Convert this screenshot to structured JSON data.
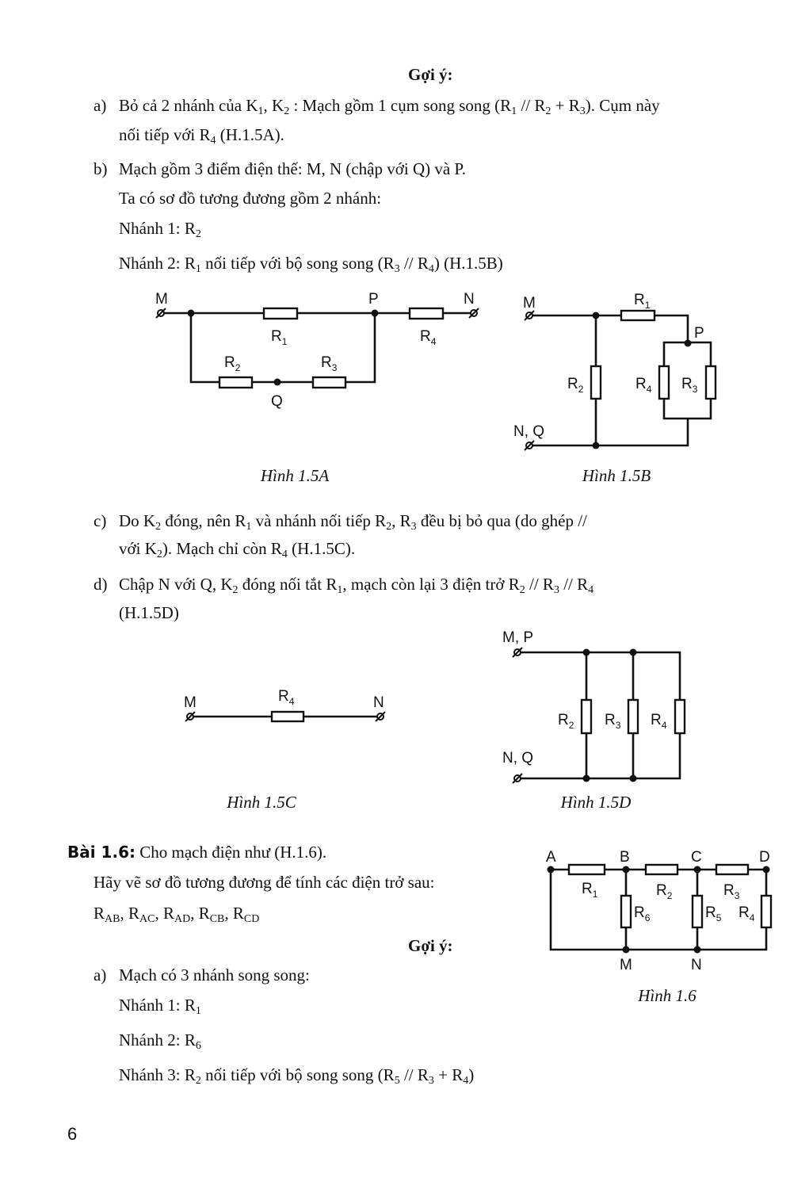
{
  "hint_title": "Gợi ý:",
  "lines_top": [
    {
      "label": "a)",
      "parts": [
        "Bỏ cả 2 nhánh của K",
        {
          "sub": "1"
        },
        ", K",
        {
          "sub": "2"
        },
        " : Mạch gồm 1 cụm song song (R",
        {
          "sub": "1"
        },
        " // R",
        {
          "sub": "2"
        },
        " + R",
        {
          "sub": "3"
        },
        "). Cụm này"
      ]
    },
    {
      "label": "",
      "parts": [
        "nối tiếp với R",
        {
          "sub": "4"
        },
        " (H.1.5A)."
      ]
    },
    {
      "label": "b)",
      "parts": [
        "Mạch gồm 3 điểm điện thế: M, N (chập với Q) và P."
      ]
    },
    {
      "label": "",
      "parts": [
        "Ta có sơ đồ tương đương gồm 2 nhánh:"
      ]
    },
    {
      "label": "",
      "parts": [
        "Nhánh 1: R",
        {
          "sub": "2"
        }
      ]
    },
    {
      "label": "",
      "parts": [
        "Nhánh 2: R",
        {
          "sub": "1"
        },
        " nối tiếp với bộ song song (R",
        {
          "sub": "3"
        },
        " // R",
        {
          "sub": "4"
        },
        ") (H.1.5B)"
      ]
    }
  ],
  "lines_mid": [
    {
      "label": "c)",
      "parts": [
        "Do K",
        {
          "sub": "2"
        },
        " đóng, nên R",
        {
          "sub": "1"
        },
        " và nhánh nối tiếp R",
        {
          "sub": "2"
        },
        ", R",
        {
          "sub": "3"
        },
        " đều bị bỏ qua (do ghép //"
      ]
    },
    {
      "label": "",
      "parts": [
        "với K",
        {
          "sub": "2"
        },
        "). Mạch chỉ còn R",
        {
          "sub": "4"
        },
        " (H.1.5C)."
      ]
    },
    {
      "label": "d)",
      "parts": [
        "Chập N với Q, K",
        {
          "sub": "2"
        },
        " đóng nối tắt R",
        {
          "sub": "1"
        },
        ", mạch còn lại 3 điện trở R",
        {
          "sub": "2"
        },
        " // R",
        {
          "sub": "3"
        },
        " // R",
        {
          "sub": "4"
        }
      ]
    },
    {
      "label": "",
      "parts": [
        "(H.1.5D)"
      ]
    }
  ],
  "exercise": {
    "title": "Bài 1.6:",
    "intro": [
      "Cho mạch điện như (H.1.6)."
    ],
    "question": [
      "Hãy vẽ sơ đồ tương đương để tính các điện trở sau:"
    ],
    "targets": [
      "R",
      {
        "sub": "AB"
      },
      ", R",
      {
        "sub": "AC"
      },
      ", R",
      {
        "sub": "AD"
      },
      ", R",
      {
        "sub": "CB"
      },
      ", R",
      {
        "sub": "CD"
      }
    ],
    "hint_title": "Gợi ý:",
    "a": {
      "label": "a)",
      "parts": [
        "Mạch có 3 nhánh song song:"
      ]
    },
    "branches": [
      [
        "Nhánh 1: R",
        {
          "sub": "1"
        }
      ],
      [
        "Nhánh 2: R",
        {
          "sub": "6"
        }
      ],
      [
        "Nhánh 3: R",
        {
          "sub": "2"
        },
        " nối tiếp với bộ song song (R",
        {
          "sub": "5"
        },
        " // R",
        {
          "sub": "3"
        },
        " + R",
        {
          "sub": "4"
        },
        ")"
      ]
    ]
  },
  "figures": {
    "f15a": {
      "caption": "Hình 1.5A",
      "M": "M",
      "P": "P",
      "N": "N",
      "Q": "Q",
      "R": "R",
      "s1": "1",
      "s2": "2",
      "s3": "3",
      "s4": "4"
    },
    "f15b": {
      "caption": "Hình 1.5B",
      "M": "M",
      "P": "P",
      "NQ": "N, Q",
      "R": "R",
      "s1": "1",
      "s2": "2",
      "s3": "3",
      "s4": "4"
    },
    "f15c": {
      "caption": "Hình 1.5C",
      "M": "M",
      "N": "N",
      "R": "R",
      "s4": "4"
    },
    "f15d": {
      "caption": "Hình 1.5D",
      "MP": "M, P",
      "NQ": "N, Q",
      "R": "R",
      "s2": "2",
      "s3": "3",
      "s4": "4"
    },
    "f16": {
      "caption": "Hình 1.6",
      "A": "A",
      "B": "B",
      "C": "C",
      "D": "D",
      "M": "M",
      "N": "N",
      "R": "R",
      "s1": "1",
      "s2": "2",
      "s3": "3",
      "s4": "4",
      "s5": "5",
      "s6": "6"
    }
  },
  "page_number": "6"
}
